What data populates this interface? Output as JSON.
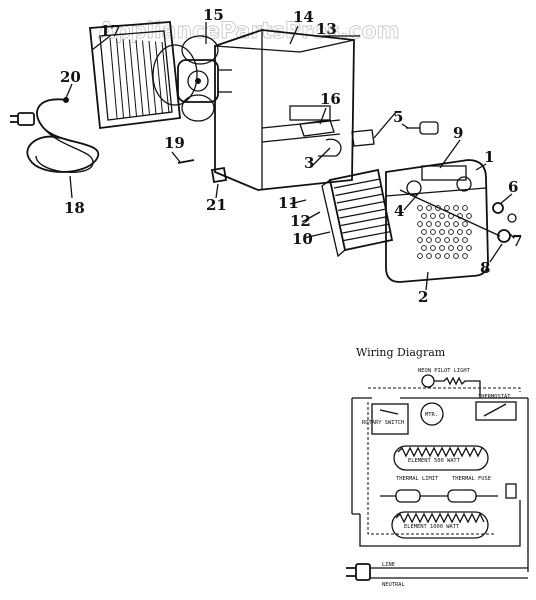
{
  "watermark": "AppliancePartsPros.com",
  "parts": [
    "1",
    "2",
    "3",
    "4",
    "5",
    "6",
    "7",
    "8",
    "9",
    "10",
    "11",
    "12",
    "13",
    "14",
    "15",
    "16",
    "17",
    "18",
    "19",
    "20",
    "21"
  ],
  "wiring": {
    "title": "Wiring Diagram",
    "neon_pilot_light": "NEON PILOT LIGHT",
    "thermostat": "THERMOSTAT",
    "mtr": "MTR.",
    "rotary_switch": "ROTARY SWITCH",
    "element_500": "ELEMENT 500 WATT",
    "thermal_limit": "THERMAL LIMIT",
    "thermal_fuse": "THERMAL FUSE",
    "element_1000": "ELEMENT 1000 WATT",
    "line": "LINE",
    "neutral": "NEUTRAL"
  }
}
